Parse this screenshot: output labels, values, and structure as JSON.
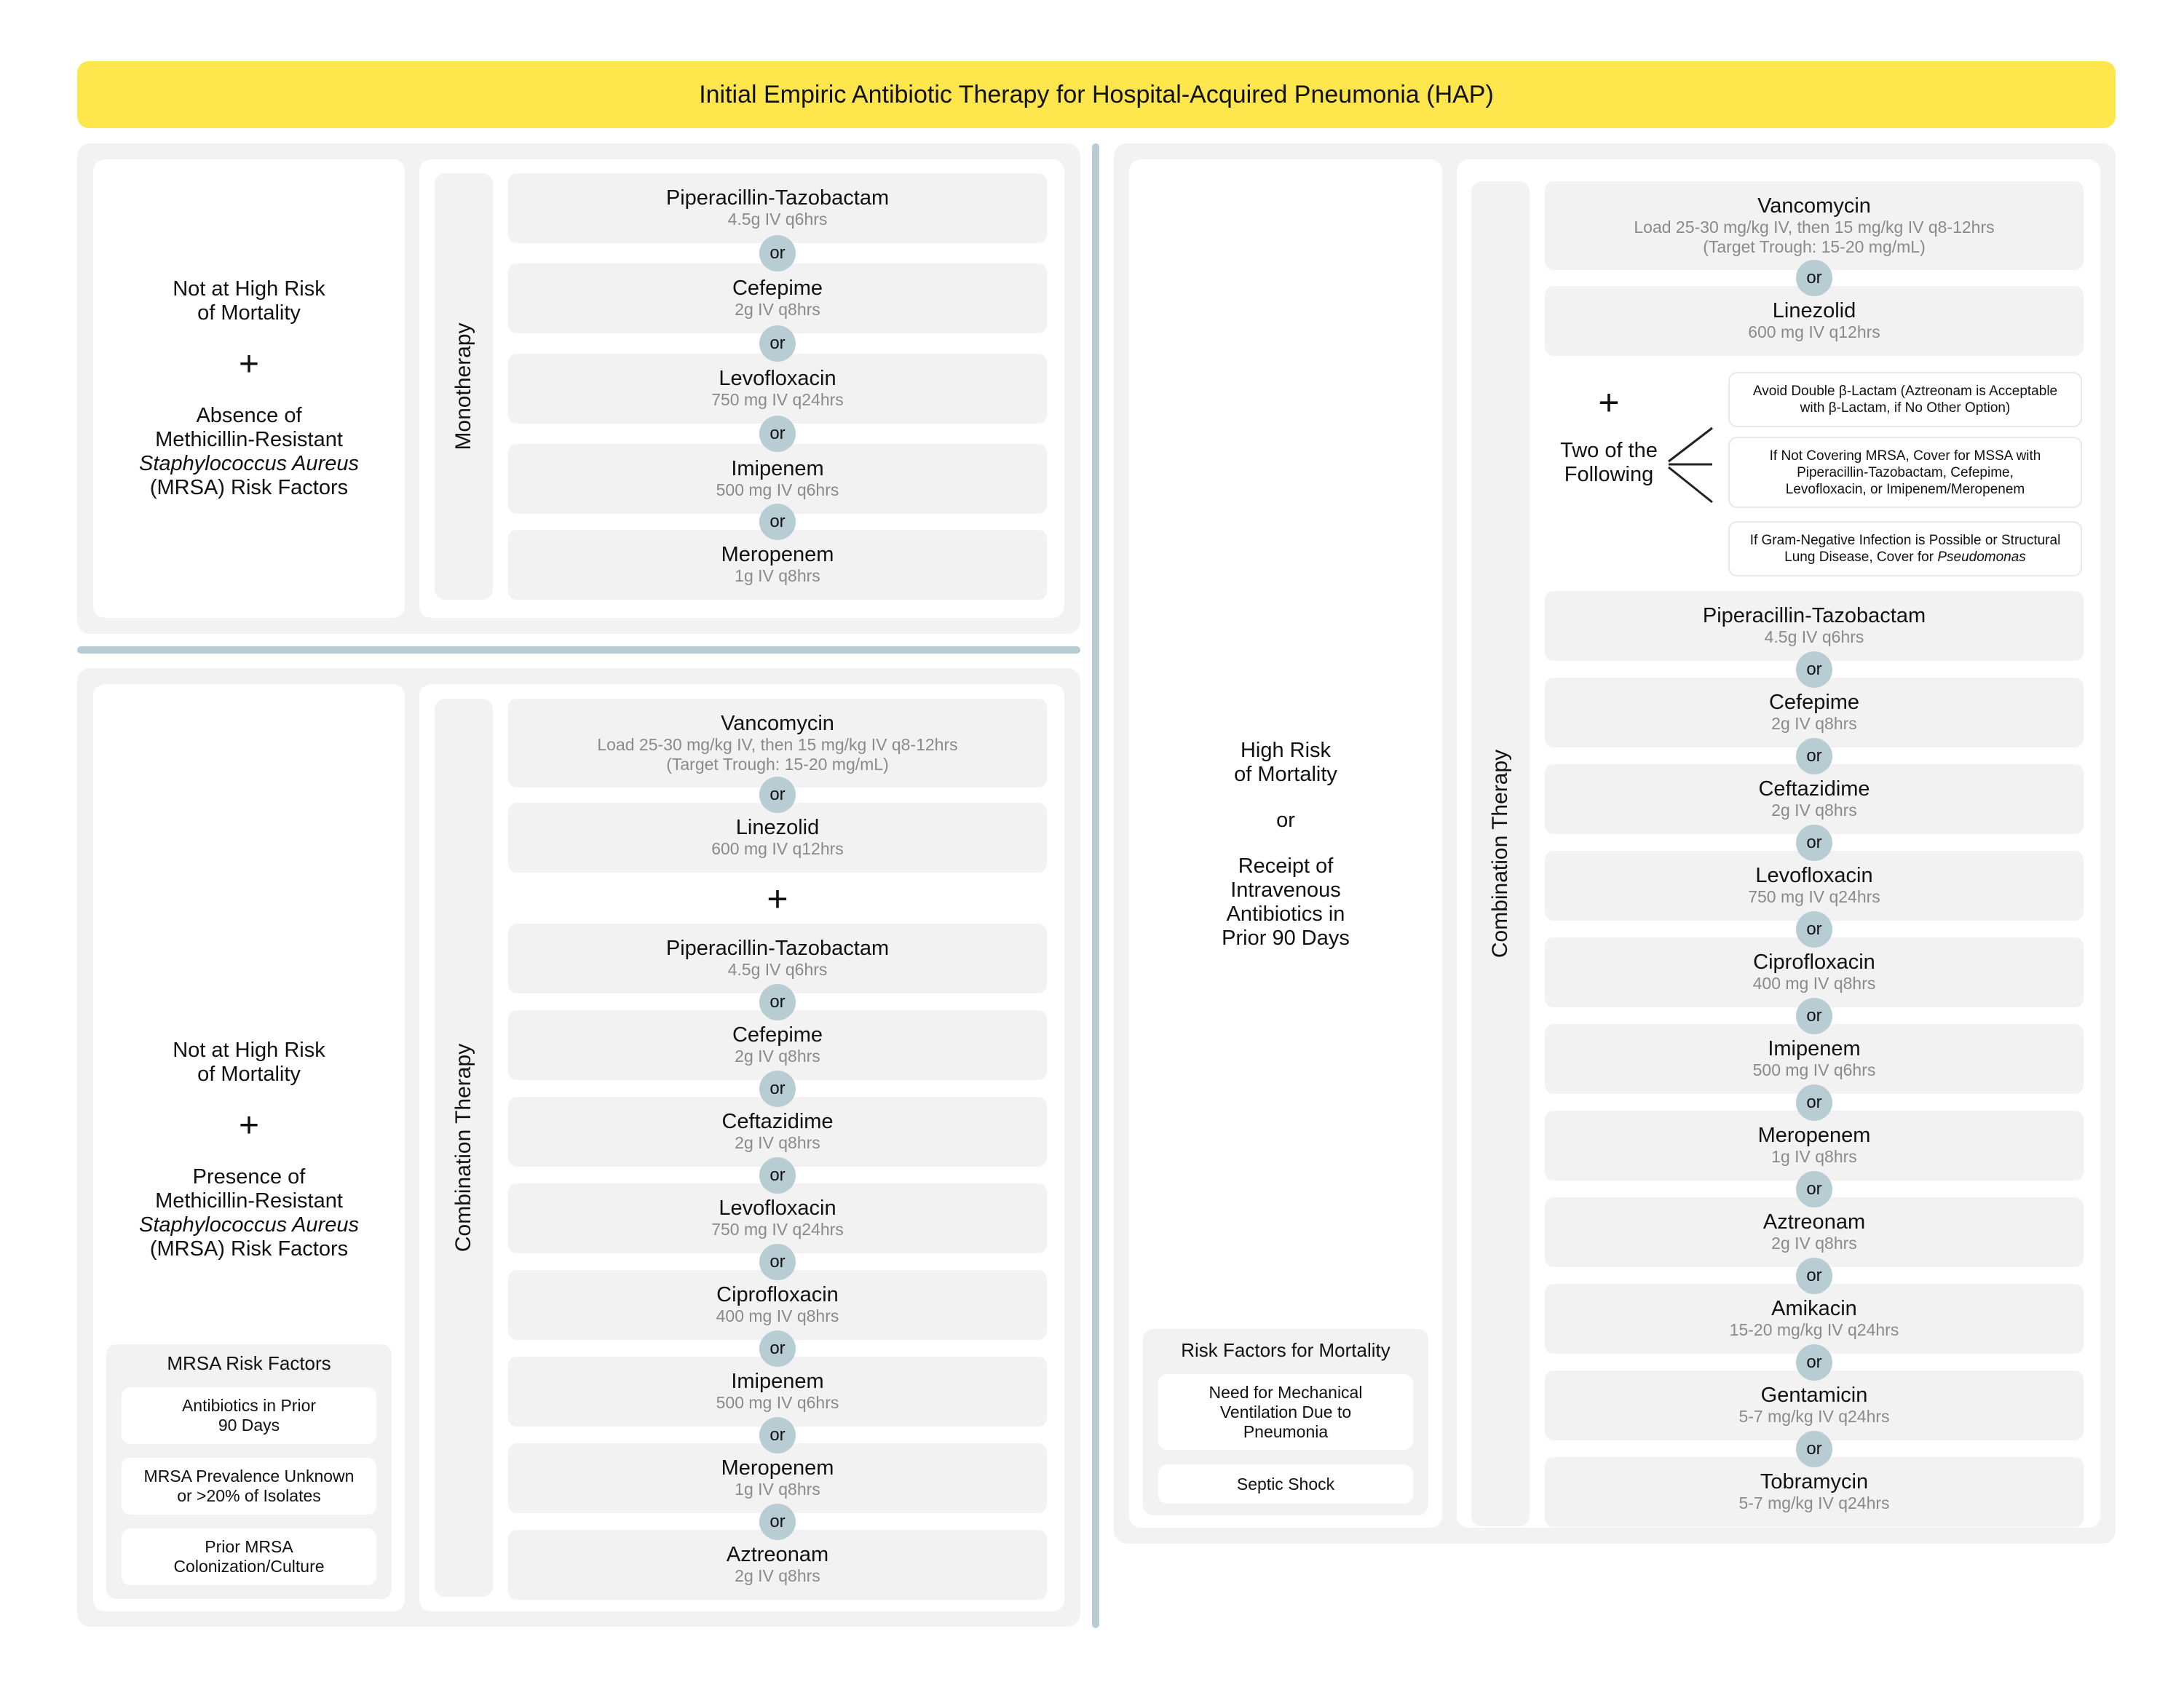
{
  "title": "Initial Empiric Antibiotic Therapy for Hospital-Acquired Pneumonia (HAP)",
  "colors": {
    "title_bg": "#fde74c",
    "or_badge": "#b7cdd3",
    "divider": "#b7cdd3",
    "panel": "#f2f2f2"
  },
  "or_label": "or",
  "plus_label": "+",
  "panel1": {
    "cond_line1": "Not at High Risk",
    "cond_line2": "of Mortality",
    "cond_line3": "Absence of",
    "cond_line4": "Methicillin-Resistant",
    "cond_line5": "Staphylococcus Aureus",
    "cond_line6": "(MRSA) Risk Factors",
    "therapy_label": "Monotherapy",
    "drugs": [
      {
        "name": "Piperacillin-Tazobactam",
        "dose": "4.5g IV q6hrs"
      },
      {
        "name": "Cefepime",
        "dose": "2g IV q8hrs"
      },
      {
        "name": "Levofloxacin",
        "dose": "750 mg IV q24hrs"
      },
      {
        "name": "Imipenem",
        "dose": "500 mg IV q6hrs"
      },
      {
        "name": "Meropenem",
        "dose": "1g IV q8hrs"
      }
    ]
  },
  "panel2": {
    "cond_line1": "Not at High Risk",
    "cond_line2": "of Mortality",
    "cond_line3": "Presence of",
    "cond_line4": "Methicillin-Resistant",
    "cond_line5": "Staphylococcus Aureus",
    "cond_line6": "(MRSA) Risk Factors",
    "therapy_label": "Combination Therapy",
    "mrsa_drugs": [
      {
        "name": "Vancomycin",
        "dose1": "Load 25-30 mg/kg IV, then 15 mg/kg IV q8-12hrs",
        "dose2": "(Target Trough: 15-20 mg/mL)"
      },
      {
        "name": "Linezolid",
        "dose": "600 mg IV q12hrs"
      }
    ],
    "drugs": [
      {
        "name": "Piperacillin-Tazobactam",
        "dose": "4.5g IV q6hrs"
      },
      {
        "name": "Cefepime",
        "dose": "2g IV q8hrs"
      },
      {
        "name": "Ceftazidime",
        "dose": "2g IV q8hrs"
      },
      {
        "name": "Levofloxacin",
        "dose": "750 mg IV q24hrs"
      },
      {
        "name": "Ciprofloxacin",
        "dose": "400 mg IV q8hrs"
      },
      {
        "name": "Imipenem",
        "dose": "500 mg IV q6hrs"
      },
      {
        "name": "Meropenem",
        "dose": "1g IV q8hrs"
      },
      {
        "name": "Aztreonam",
        "dose": "2g IV q8hrs"
      }
    ],
    "risk_box": {
      "title": "MRSA Risk Factors",
      "items": [
        {
          "l1": "Antibiotics in Prior",
          "l2": "90 Days"
        },
        {
          "l1": "MRSA Prevalence Unknown",
          "l2": "or >20% of Isolates"
        },
        {
          "l1": "Prior MRSA",
          "l2": "Colonization/Culture"
        }
      ]
    }
  },
  "panel3": {
    "cond_line1": "High Risk",
    "cond_line2": "of Mortality",
    "cond_or": "or",
    "cond_line3": "Receipt of",
    "cond_line4": "Intravenous",
    "cond_line5": "Antibiotics in",
    "cond_line6": "Prior 90 Days",
    "therapy_label": "Combination Therapy",
    "mrsa_drugs": [
      {
        "name": "Vancomycin",
        "dose1": "Load 25-30 mg/kg IV, then 15 mg/kg IV q8-12hrs",
        "dose2": "(Target Trough: 15-20 mg/mL)"
      },
      {
        "name": "Linezolid",
        "dose": "600 mg IV q12hrs"
      }
    ],
    "two_of_line1": "Two of the",
    "two_of_line2": "Following",
    "notes": [
      {
        "l1": "Avoid Double β-Lactam (Aztreonam is Acceptable",
        "l2": "with β-Lactam, if No Other Option)"
      },
      {
        "l1": "If Not Covering MRSA, Cover for MSSA with",
        "l2": "Piperacillin-Tazobactam, Cefepime,",
        "l3": "Levofloxacin, or Imipenem/Meropenem"
      },
      {
        "l1": "If Gram-Negative Infection is Possible or Structural",
        "l2": "Lung Disease, Cover for",
        "l2i": "Pseudomonas"
      }
    ],
    "drugs": [
      {
        "name": "Piperacillin-Tazobactam",
        "dose": "4.5g IV q6hrs"
      },
      {
        "name": "Cefepime",
        "dose": "2g IV q8hrs"
      },
      {
        "name": "Ceftazidime",
        "dose": "2g IV q8hrs"
      },
      {
        "name": "Levofloxacin",
        "dose": "750 mg IV q24hrs"
      },
      {
        "name": "Ciprofloxacin",
        "dose": "400 mg IV q8hrs"
      },
      {
        "name": "Imipenem",
        "dose": "500 mg IV q6hrs"
      },
      {
        "name": "Meropenem",
        "dose": "1g IV q8hrs"
      },
      {
        "name": "Aztreonam",
        "dose": "2g IV q8hrs"
      },
      {
        "name": "Amikacin",
        "dose": "15-20 mg/kg IV q24hrs"
      },
      {
        "name": "Gentamicin",
        "dose": "5-7 mg/kg IV q24hrs"
      },
      {
        "name": "Tobramycin",
        "dose": "5-7 mg/kg IV q24hrs"
      }
    ],
    "risk_box": {
      "title": "Risk Factors for Mortality",
      "items": [
        {
          "l1": "Need for Mechanical",
          "l2": "Ventilation Due to",
          "l3": "Pneumonia"
        },
        {
          "l1": "Septic Shock"
        }
      ]
    }
  }
}
